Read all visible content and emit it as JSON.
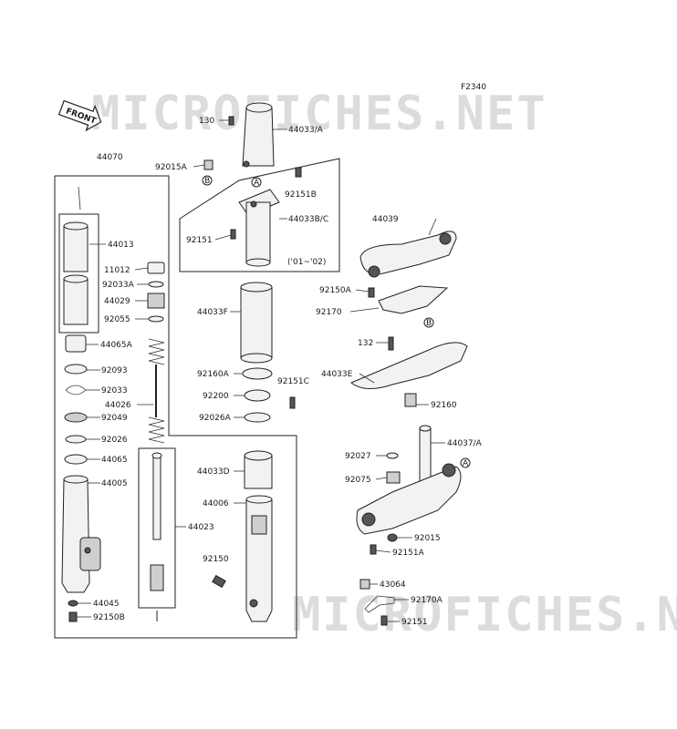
{
  "figure_code": "F2340",
  "watermark": "MICROFICHES.NET",
  "front_arrow_label": "FRONT",
  "year_note": "('01~'02)",
  "ref_markers": {
    "A": "A",
    "B": "B"
  },
  "labels": {
    "p130": "130",
    "p44033A": "44033/A",
    "p92015A": "92015A",
    "p92151B": "92151B",
    "p44033BC": "44033B/C",
    "p92151_top": "92151",
    "p44070": "44070",
    "p44013": "44013",
    "p11012": "11012",
    "p92033A": "92033A",
    "p44029": "44029",
    "p92055": "92055",
    "p44065A": "44065A",
    "p92093": "92093",
    "p92033": "92033",
    "p44026": "44026",
    "p92049": "92049",
    "p92026": "92026",
    "p44065": "44065",
    "p44005": "44005",
    "p44045": "44045",
    "p92150B": "92150B",
    "p44033F": "44033F",
    "p92160A": "92160A",
    "p92151C": "92151C",
    "p92200": "92200",
    "p92026A": "92026A",
    "p44033D": "44033D",
    "p44006": "44006",
    "p44023": "44023",
    "p92150": "92150",
    "p44039": "44039",
    "p92150A": "92150A",
    "p92170": "92170",
    "p132": "132",
    "p44033E": "44033E",
    "p92160": "92160",
    "p92027": "92027",
    "p44037A": "44037/A",
    "p92075": "92075",
    "p92015": "92015",
    "p92151A": "92151A",
    "p43064": "43064",
    "p92170A": "92170A",
    "p92151_bottom": "92151"
  }
}
